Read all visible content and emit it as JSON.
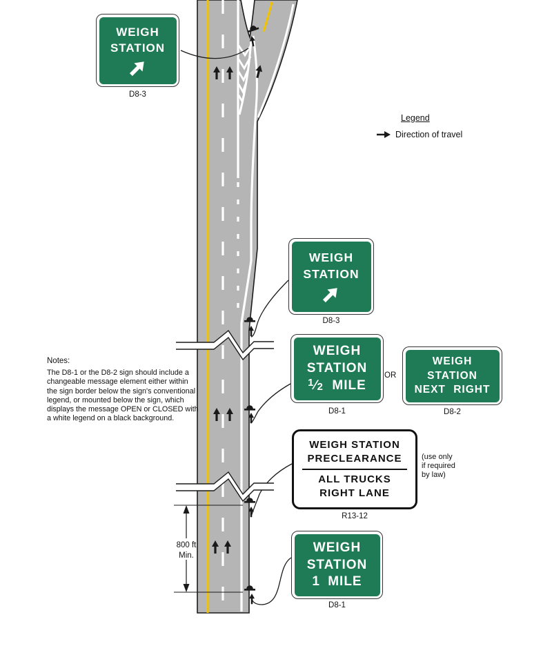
{
  "colors": {
    "sign_green": "#1E7B55",
    "road_gray": "#B5B5B5",
    "edge_line_yellow": "#F2C200",
    "marking_white": "#FFFFFF",
    "line_black": "#1A1A1A"
  },
  "legend": {
    "title": "Legend",
    "item": {
      "icon": "right-arrow-icon",
      "label": "Direction of travel"
    }
  },
  "notes": {
    "title": "Notes:",
    "lines": [
      "The D8-1 or the D8-2 sign should include a",
      "changeable message element either within",
      "the sign border below the sign's conventional",
      "legend, or mounted below the sign, which",
      "displays the message OPEN or CLOSED with",
      "a white legend on a black background."
    ]
  },
  "dimension": {
    "distance": "800 ft",
    "qualifier": "Min."
  },
  "or_label": "OR",
  "signs": {
    "d8_3_top": {
      "line1": "WEIGH",
      "line2": "STATION",
      "icon": "up-right-arrow-icon",
      "designation": "D8-3"
    },
    "d8_3_mid": {
      "line1": "WEIGH",
      "line2": "STATION",
      "icon": "up-right-arrow-icon",
      "designation": "D8-3"
    },
    "d8_1_half": {
      "line1": "WEIGH",
      "line2": "STATION",
      "fraction_numerator": "1",
      "fraction_denominator": "2",
      "distance_unit": "MILE",
      "designation": "D8-1"
    },
    "d8_2": {
      "line1": "WEIGH",
      "line2": "STATION",
      "line3": "NEXT RIGHT",
      "designation": "D8-2"
    },
    "r13_12": {
      "line1": "WEIGH STATION",
      "line2": "PRECLEARANCE",
      "line3": "ALL TRUCKS",
      "line4": "RIGHT LANE",
      "designation": "R13-12",
      "usage_note": [
        "(use only",
        "if required",
        "by law)"
      ]
    },
    "d8_1_mile": {
      "line1": "WEIGH",
      "line2": "STATION",
      "line3": "1 MILE",
      "designation": "D8-1"
    }
  }
}
